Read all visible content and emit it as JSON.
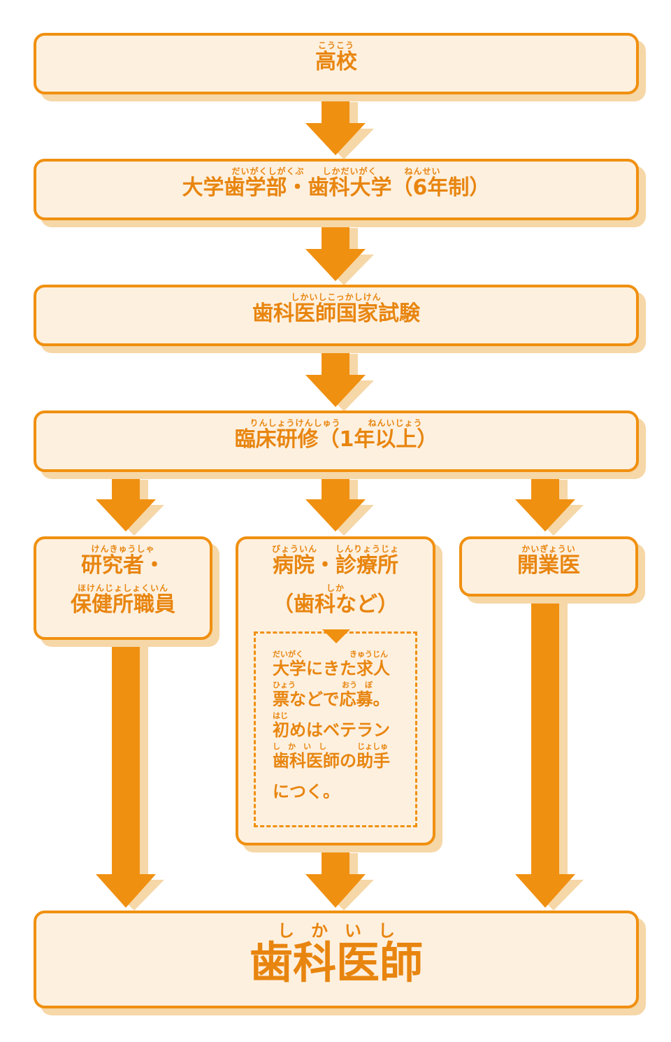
{
  "flow": {
    "high_school": {
      "ruby": "こうこう",
      "label": "高校"
    },
    "university": {
      "ruby": "だいがくしがくぶ　　しかだいがく　　　ねんせい",
      "label": "大学歯学部・歯科大学（6年制）"
    },
    "exam": {
      "ruby": "しかいしこっかしけん",
      "label": "歯科医師国家試験"
    },
    "training": {
      "ruby": "りんしょうけんしゅう　　　ねんいじょう",
      "label": "臨床研修（1年以上）"
    },
    "research": {
      "line1_ruby": "けんきゅうしゃ",
      "line1": "研究者・",
      "line2_ruby": "ほけんじょしょくいん",
      "line2": "保健所職員"
    },
    "hospital": {
      "line1_ruby": "びょういん　　しんりょうじょ",
      "line1": "病院・診療所",
      "line2_ruby": "しか",
      "line2": "（歯科など）"
    },
    "clinic": {
      "ruby": "かいぎょうい",
      "label": "開業医"
    },
    "dentist": {
      "ruby": "し　か　い　し",
      "label": "歯科医師"
    }
  },
  "note": {
    "lines": [
      {
        "ruby": "だいがく　　　　　　きゅうじん",
        "text": "大学にきた求人"
      },
      {
        "ruby": "ひょう　　　　　　おう　ぼ",
        "text": "票などで応募。"
      },
      {
        "ruby": "はじ",
        "text": "初めはベテラン"
      },
      {
        "ruby": "し　か　い　し　　　　じょしゅ",
        "text": "歯科医師の助手"
      },
      {
        "ruby": "",
        "text": "につく。"
      }
    ]
  },
  "colors": {
    "accent": "#f09010",
    "box_fill": "#fdf0df",
    "shadow": "#f6d7a7"
  }
}
